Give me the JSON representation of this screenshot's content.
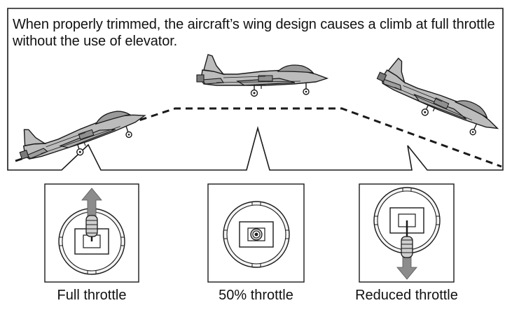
{
  "caption": "When properly trimmed, the aircraft’s wing design causes a climb at full throttle without the use of elevator.",
  "panels": [
    {
      "label": "Full throttle",
      "stick": "up"
    },
    {
      "label": "50% throttle",
      "stick": "center"
    },
    {
      "label": "Reduced throttle",
      "stick": "down"
    }
  ],
  "colors": {
    "aircraft_fill": "#bcbcbc",
    "arrow_fill": "#8c8c8c",
    "line": "#1a1a1a"
  }
}
